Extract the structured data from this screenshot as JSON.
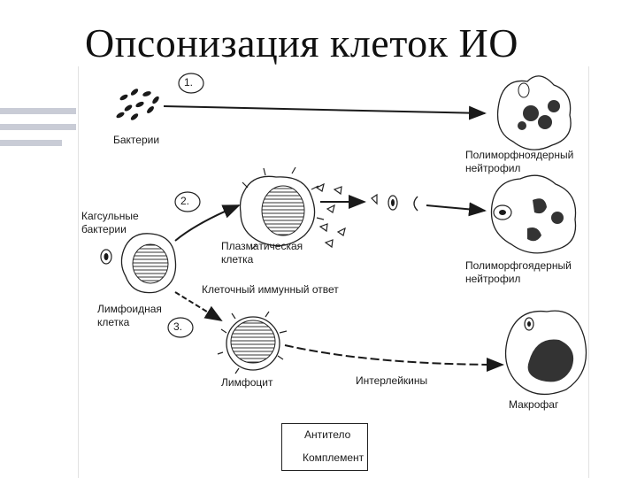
{
  "slide": {
    "title": "Опсонизация клеток ИО"
  },
  "diagram": {
    "steps": [
      "1.",
      "2.",
      "3."
    ],
    "labels": {
      "bacteria": "Бактерии",
      "neutrophil_1": "Полиморфноядерный\nнейтрофил",
      "capsule_bacteria": "Кагсульные\nбактерии",
      "plasma_cell": "Плазматическая\nклетка",
      "neutrophil_2": "Полиморфгоядерный\nнейтрофил",
      "cell_immune_response": "Клеточный иммунный ответ",
      "lymphoid_cell": "Лимфоидная\nклетка",
      "lymphocyte": "Лимфоцит",
      "interleukins": "Интерлейкины",
      "macrophage": "Макрофаг"
    },
    "legend": {
      "antibody": "Антитело",
      "complement": "Комплемент"
    }
  },
  "colors": {
    "sidebar_accent": "#c9ccd6",
    "ink": "#1a1a1a"
  }
}
